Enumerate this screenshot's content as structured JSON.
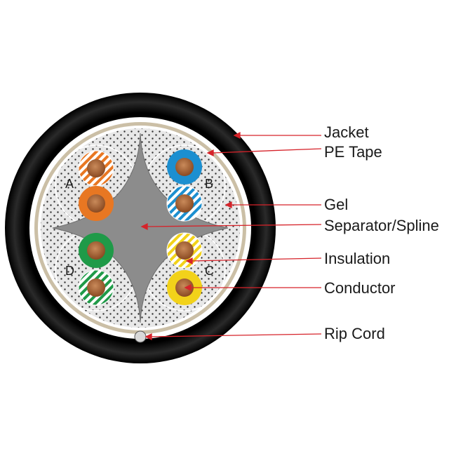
{
  "labels": {
    "jacket": "Jacket",
    "pe_tape": "PE Tape",
    "gel": "Gel",
    "separator": "Separator/Spline",
    "insulation": "Insulation",
    "conductor": "Conductor",
    "rip_cord": "Rip Cord"
  },
  "pairs": {
    "a": "A",
    "b": "B",
    "c": "C",
    "d": "D"
  },
  "colors": {
    "jacket": "#0d0d0d",
    "pe_tape": "#cbbfa6",
    "gel": "#e6e6e6",
    "separator": "#8c8c8c",
    "copper": "#a65a2e",
    "orange": "#e87722",
    "blue": "#1c8fd0",
    "green": "#1f9a48",
    "yellow": "#f2d21a",
    "leader": "#d6232a"
  }
}
